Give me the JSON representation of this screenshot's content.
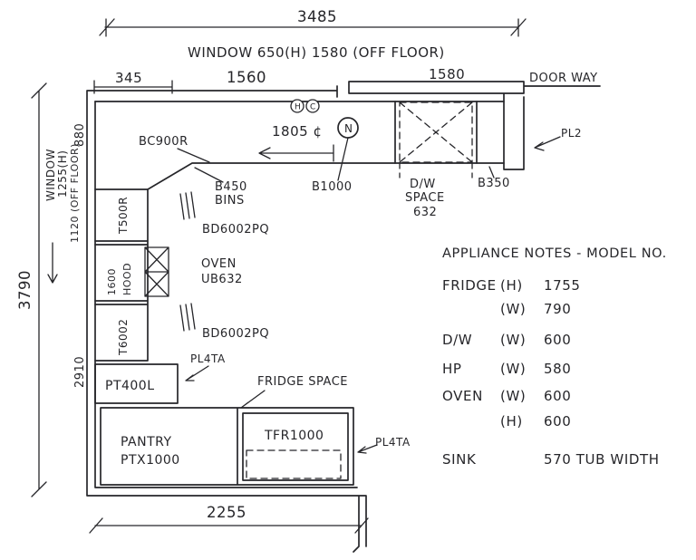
{
  "colors": {
    "ink": "#26262a",
    "paper": "#ffffff"
  },
  "dims": {
    "overall_width": "3485",
    "window_top": "WINDOW 650(H) 1580 (OFF FLOOR)",
    "seg_345": "345",
    "seg_1560": "1560",
    "seg_1580": "1580",
    "doorway": "DOOR WAY",
    "left_880": "880",
    "left_window_1": "WINDOW",
    "left_window_2": "1255(H)",
    "left_window_3": "1120 (OFF FLOOR)",
    "overall_height": "3790",
    "left_2910": "2910",
    "bottom_2255": "2255",
    "bench_1805": "1805 ¢"
  },
  "plan": {
    "bc900r": "BC900R",
    "tap_hot": "H",
    "tap_cold": "C",
    "north": "N",
    "pl2": "PL2",
    "b450": "B450",
    "bins": "BINS",
    "b1000": "B1000",
    "dw_line1": "D/W",
    "dw_line2": "SPACE",
    "dw_line3": "632",
    "b350": "B350",
    "t500r": "T500R",
    "hood_line1": "1600",
    "hood_line2": "HOOD",
    "t600": "T6002",
    "bd6002pq_upper": "BD6002PQ",
    "oven_line1": "OVEN",
    "oven_line2": "UB632",
    "bd6002pq_lower": "BD6002PQ",
    "pt400l": "PT400L",
    "pl4ta_upper": "PL4TA",
    "fridge_space": "FRIDGE SPACE",
    "pantry_line1": "PANTRY",
    "pantry_line2": "PTX1000",
    "tfr1000": "TFR1000",
    "pl4ta_lower": "PL4TA"
  },
  "notes": {
    "heading": "APPLIANCE NOTES - MODEL NO.",
    "rows": [
      {
        "item": "FRIDGE",
        "dim": "(H)",
        "value": "1755"
      },
      {
        "item": "",
        "dim": "(W)",
        "value": "790"
      },
      {
        "item": "D/W",
        "dim": "(W)",
        "value": "600"
      },
      {
        "item": "HP",
        "dim": "(W)",
        "value": "580"
      },
      {
        "item": "OVEN",
        "dim": "(W)",
        "value": "600"
      },
      {
        "item": "",
        "dim": "(H)",
        "value": "600"
      },
      {
        "item": "SINK",
        "dim": "",
        "value": "570 TUB WIDTH"
      }
    ]
  }
}
